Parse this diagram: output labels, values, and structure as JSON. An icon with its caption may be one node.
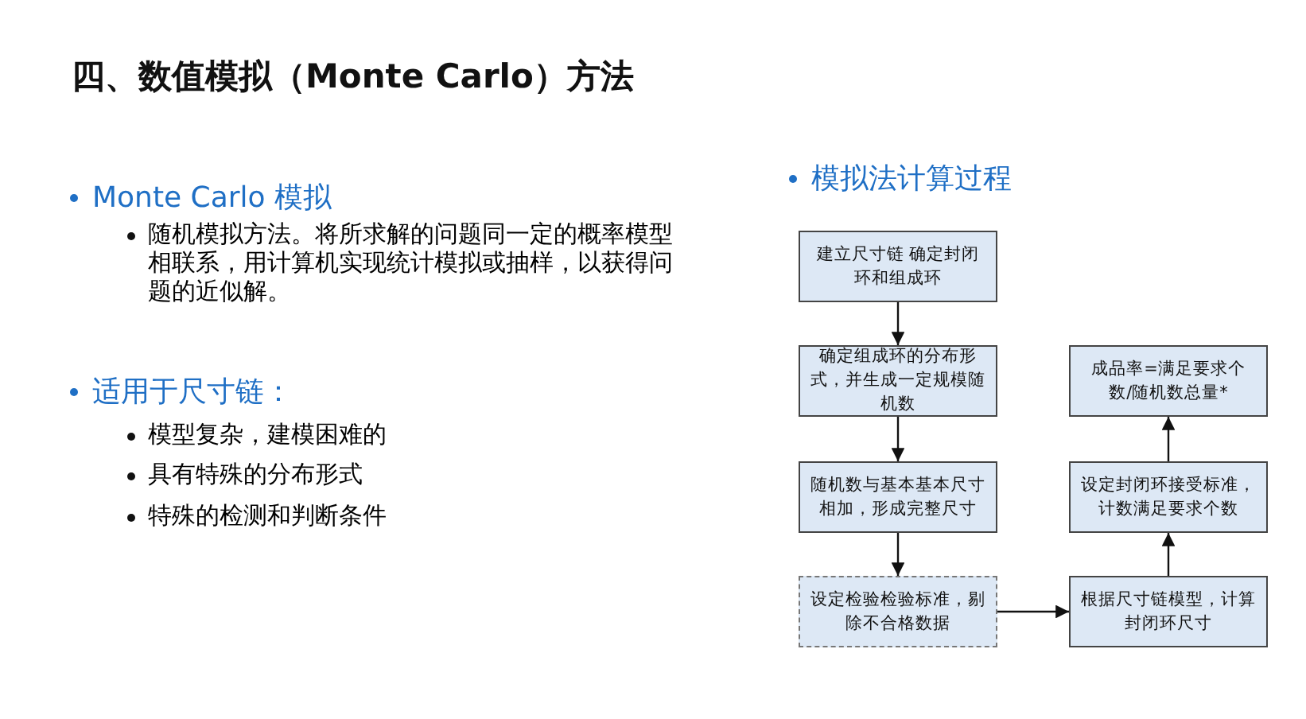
{
  "diagram": {
    "title": "四、数值模拟（Monte Carlo）方法",
    "nodes": [
      {
        "text": [
          "建立尺寸链 确定封闭环和组成环"
        ]
      },
      {
        "text": [
          "确定组成环的分布形式，并生成一定规模随机数"
        ]
      },
      {
        "text": [
          "随机数与基本基本尺寸相加，形成完整尺寸"
        ]
      },
      {
        "text": [
          "设定检验检验标准，剔除不合格数据"
        ]
      },
      {
        "text": [
          "根据尺寸链模型，计算封闭环尺寸"
        ]
      },
      {
        "text": [
          "设定封闭环接受标准，计数满足要求个数"
        ]
      },
      {
        "text": [
          "成品率=满足要求个数/随机数总量*"
        ]
      }
    ],
    "edges": [
      {
        "from": 0,
        "to": 1,
        "arrow": "to"
      },
      {
        "from": 1,
        "to": 2,
        "arrow": "to"
      },
      {
        "from": 2,
        "to": 3,
        "arrow": "to"
      },
      {
        "from": 3,
        "to": 4,
        "arrow": "to"
      },
      {
        "from": 4,
        "to": 5,
        "arrow": "to"
      },
      {
        "from": 5,
        "to": 6,
        "arrow": "to"
      }
    ],
    "labels": [
      "Monte Carlo 模拟",
      "随机模拟方法。将所求解的问题同一定的概率模型相联系，用计算机实现统计模拟或抽样，以获得问题的近似解。",
      "适用于尺寸链：",
      "模型复杂，建模困难的",
      "具有特殊的分布形式",
      "特殊的检测和判断条件",
      "模拟法计算过程"
    ]
  }
}
